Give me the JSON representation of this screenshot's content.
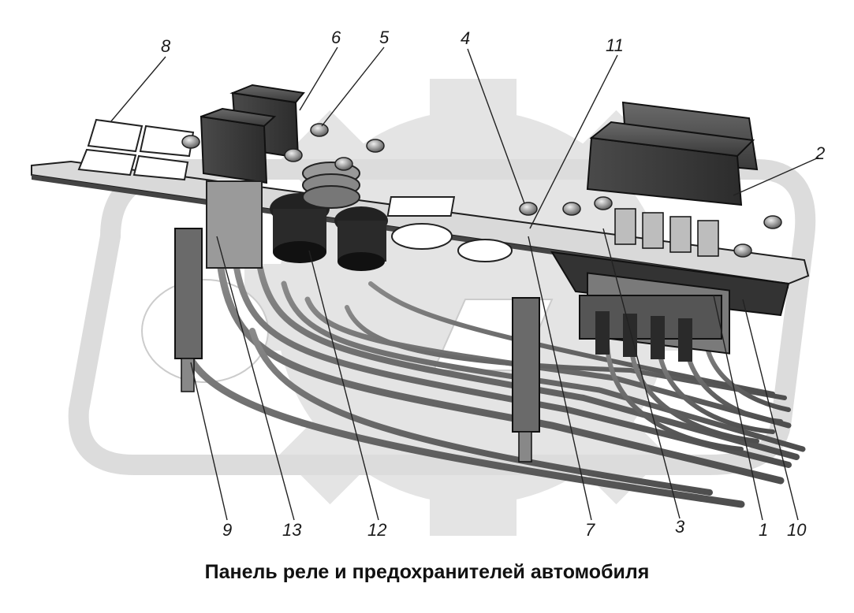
{
  "caption": "Панель реле и предохранителей автомобиля",
  "callouts": [
    {
      "id": "c8",
      "label": "8"
    },
    {
      "id": "c6",
      "label": "6"
    },
    {
      "id": "c5",
      "label": "5"
    },
    {
      "id": "c4",
      "label": "4"
    },
    {
      "id": "c11",
      "label": "11"
    },
    {
      "id": "c2",
      "label": "2"
    },
    {
      "id": "c9",
      "label": "9"
    },
    {
      "id": "c13",
      "label": "13"
    },
    {
      "id": "c12",
      "label": "12"
    },
    {
      "id": "c7",
      "label": "7"
    },
    {
      "id": "c3",
      "label": "3"
    },
    {
      "id": "c1",
      "label": "1"
    },
    {
      "id": "c10",
      "label": "10"
    }
  ]
}
